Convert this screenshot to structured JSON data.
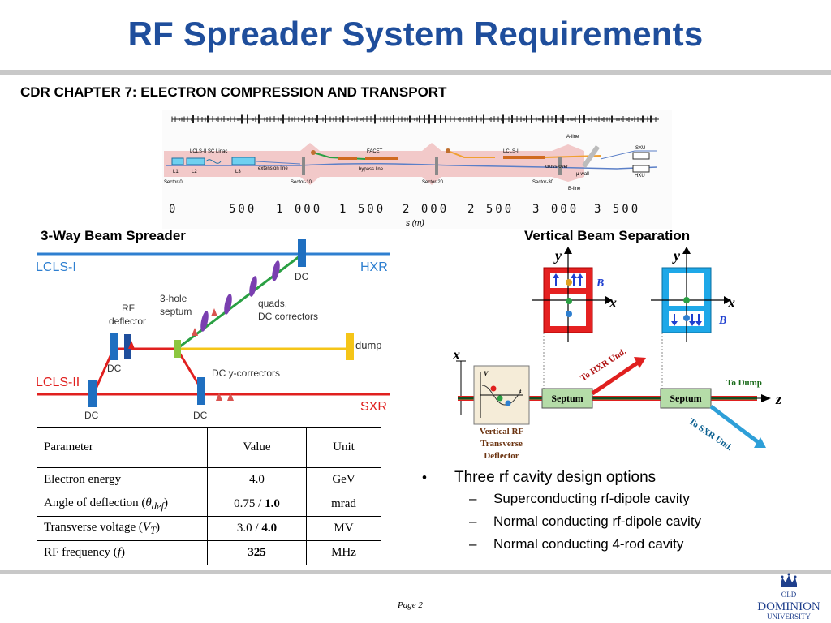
{
  "title": "RF Spreader System Requirements",
  "subtitle": "CDR CHAPTER 7: ELECTRON COMPRESSION AND TRANSPORT",
  "layout_figure": {
    "labels": [
      "LCLS-II SC Linac",
      "L1",
      "L2",
      "L3",
      "extension line",
      "FACET",
      "bypass line",
      "LCLS-I",
      "A-line",
      "cross-over",
      "SXU",
      "HXU",
      "μ-wall",
      "B-line"
    ],
    "sectors": [
      "Sector-0",
      "Sector-10",
      "Sector-20",
      "Sector-30"
    ],
    "ticks": [
      "0",
      "500",
      "1 000",
      "1 500",
      "2 000",
      "2 500",
      "3 000",
      "3 500"
    ],
    "axis_label": "s (m)"
  },
  "spreader": {
    "heading": "3-Way Beam Spreader",
    "lcls1": "LCLS-I",
    "lcls2": "LCLS-II",
    "hxr": "HXR",
    "sxr": "SXR",
    "dump": "dump",
    "dc": "DC",
    "rf_deflector": [
      "RF",
      "deflector"
    ],
    "septum": [
      "3-hole",
      "septum"
    ],
    "quads": [
      "quads,",
      "DC correctors"
    ],
    "dc_y": "DC y-correctors"
  },
  "separation": {
    "heading": "Vertical Beam Separation",
    "y": "y",
    "x": "x",
    "z": "z",
    "b": "B",
    "t": "t",
    "v": "V",
    "septum": "Septum",
    "to_hxr": "To HXR Und.",
    "to_dump": "To Dump",
    "to_sxr": "To SXR Und.",
    "deflector": [
      "Vertical RF",
      "Transverse",
      "Deflector"
    ]
  },
  "table": {
    "headers": [
      "Parameter",
      "Value",
      "Unit"
    ],
    "rows": [
      {
        "param": "Electron energy",
        "value": "4.0",
        "unit": "GeV"
      },
      {
        "param_pre": "Angle of deflection (",
        "param_sym": "θ",
        "param_sub": "def",
        "param_post": ")",
        "value_a": "0.75 / ",
        "value_b": "1.0",
        "unit": "mrad"
      },
      {
        "param_pre": "Transverse voltage (",
        "param_sym": "V",
        "param_sub": "T",
        "param_post": ")",
        "value_a": "3.0 / ",
        "value_b": "4.0",
        "unit": "MV"
      },
      {
        "param_pre": "RF frequency (",
        "param_sym": "f",
        "param_post": ")",
        "value_b": "325",
        "unit": "MHz"
      }
    ]
  },
  "options": {
    "bullet_mark": "•",
    "dash_mark": "–",
    "main": "Three rf cavity design options",
    "subs": [
      "Superconducting rf-dipole cavity",
      "Normal conducting rf-dipole cavity",
      "Normal conducting 4-rod cavity"
    ]
  },
  "footer": {
    "page": "Page 2",
    "logo": [
      "OLD",
      "DOMINION",
      "UNIVERSITY"
    ]
  },
  "colors": {
    "title": "#1f4e9c",
    "hxr_line": "#2e7fd0",
    "sxr_line": "#e0201f",
    "dump_line": "#f5c518",
    "hxr_transport": "#2aa043",
    "quad": "#7a3fb0",
    "dc_magnet": "#1f6fc0",
    "septum": "#8cc63f"
  }
}
